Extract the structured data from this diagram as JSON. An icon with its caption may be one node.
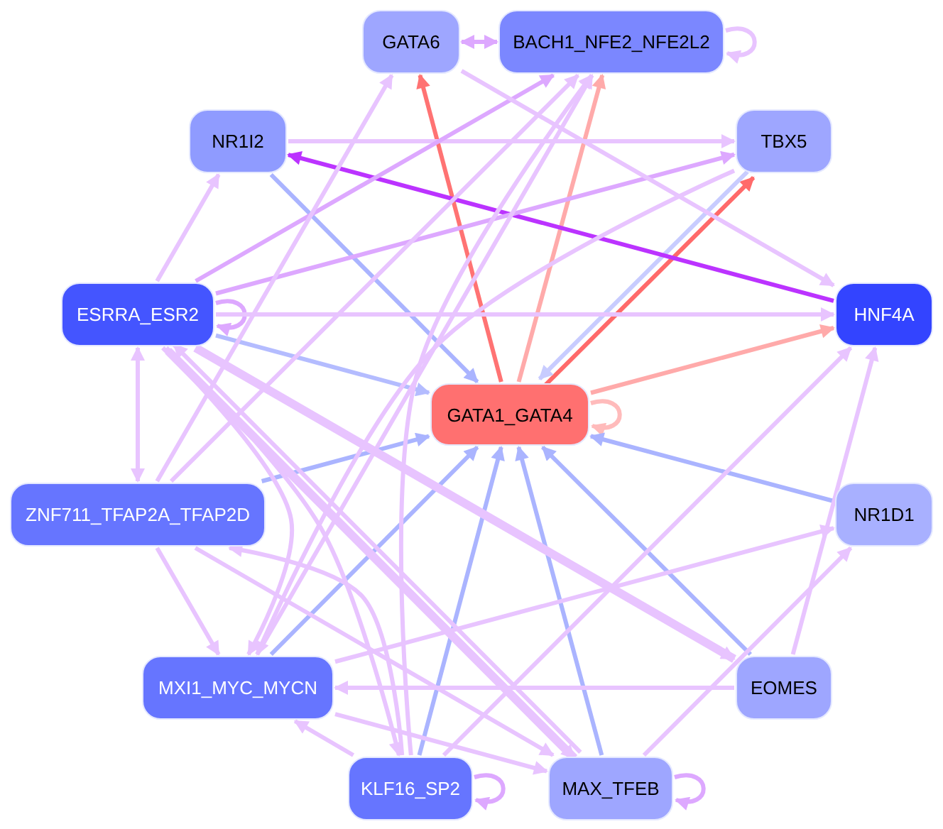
{
  "diagram": {
    "nodes": [
      {
        "text": [
          "GATA6"
        ]
      },
      {
        "text": [
          "BACH1_NFE2_NFE2L2"
        ]
      },
      {
        "text": [
          "NR1I2"
        ]
      },
      {
        "text": [
          "TBX5"
        ]
      },
      {
        "text": [
          "ESRRA_ESR2"
        ]
      },
      {
        "text": [
          "HNF4A"
        ]
      },
      {
        "text": [
          "GATA1_GATA4"
        ]
      },
      {
        "text": [
          "ZNF711_TFAP2A_TFAP2D"
        ]
      },
      {
        "text": [
          "NR1D1"
        ]
      },
      {
        "text": [
          "MXI1_MYC_MYCN"
        ]
      },
      {
        "text": [
          "EOMES"
        ]
      },
      {
        "text": [
          "KLF16_SP2"
        ]
      },
      {
        "text": [
          "MAX_TFEB"
        ]
      }
    ],
    "edges": [
      {
        "from": 6,
        "to": 0,
        "arrow": "to",
        "color": "#ff7373"
      },
      {
        "from": 6,
        "to": 3,
        "arrow": "to",
        "color": "#ff6a6a"
      },
      {
        "from": 6,
        "to": 1,
        "arrow": "to",
        "color": "#ffaaaa"
      },
      {
        "from": 6,
        "to": 5,
        "arrow": "to",
        "color": "#ffaaaa"
      },
      {
        "from": 6,
        "to": 6,
        "arrow": "to",
        "color": "#ffbbbb"
      },
      {
        "from": 2,
        "to": 6,
        "arrow": "to",
        "color": "#aab4ff"
      },
      {
        "from": 4,
        "to": 6,
        "arrow": "to",
        "color": "#b4bcff"
      },
      {
        "from": 7,
        "to": 6,
        "arrow": "to",
        "color": "#aab4ff"
      },
      {
        "from": 9,
        "to": 6,
        "arrow": "to",
        "color": "#aab4ff"
      },
      {
        "from": 11,
        "to": 6,
        "arrow": "to",
        "color": "#aab4ff"
      },
      {
        "from": 12,
        "to": 6,
        "arrow": "to",
        "color": "#aab4ff"
      },
      {
        "from": 10,
        "to": 6,
        "arrow": "to",
        "color": "#aab4ff"
      },
      {
        "from": 8,
        "to": 6,
        "arrow": "to",
        "color": "#aab4ff"
      },
      {
        "from": 3,
        "to": 6,
        "arrow": "to",
        "color": "#c8ccff"
      },
      {
        "from": 5,
        "to": 2,
        "arrow": "to",
        "color": "#bb33ff"
      },
      {
        "from": 4,
        "to": 2,
        "arrow": "to"
      },
      {
        "from": 2,
        "to": 3,
        "arrow": "to"
      },
      {
        "from": 4,
        "to": 1,
        "arrow": "to",
        "color": "#dda8ff"
      },
      {
        "from": 4,
        "to": 3,
        "arrow": "to",
        "color": "#dda8ff"
      },
      {
        "from": 4,
        "to": 4,
        "arrow": "to",
        "color": "#dda8ff"
      },
      {
        "from": 4,
        "to": 5,
        "arrow": "to"
      },
      {
        "from": 0,
        "to": 5,
        "arrow": "to"
      },
      {
        "from": 4,
        "to": 7,
        "arrow": "both"
      },
      {
        "from": 7,
        "to": 0,
        "arrow": "to"
      },
      {
        "from": 7,
        "to": 1,
        "arrow": "to"
      },
      {
        "from": 9,
        "to": 1,
        "arrow": "to"
      },
      {
        "from": 11,
        "to": 1,
        "arrow": "to"
      },
      {
        "from": 1,
        "to": 1,
        "arrow": "to"
      },
      {
        "from": 0,
        "to": 1,
        "arrow": "both",
        "color": "#dda8ff"
      },
      {
        "from": 7,
        "to": 9,
        "arrow": "to"
      },
      {
        "from": 4,
        "to": 9,
        "arrow": "to"
      },
      {
        "from": 11,
        "to": 9,
        "arrow": "to"
      },
      {
        "from": 11,
        "to": 11,
        "arrow": "to",
        "color": "#dda8ff"
      },
      {
        "from": 12,
        "to": 12,
        "arrow": "to",
        "color": "#dda8ff"
      },
      {
        "from": 10,
        "to": 9,
        "arrow": "to"
      },
      {
        "from": 10,
        "to": 5,
        "arrow": "to"
      },
      {
        "from": 12,
        "to": 8,
        "arrow": "to"
      },
      {
        "from": 11,
        "to": 5,
        "arrow": "to"
      },
      {
        "from": 9,
        "to": 8,
        "arrow": "to"
      },
      {
        "from": 4,
        "to": 10,
        "arrow": "to",
        "style": "thick"
      },
      {
        "from": 4,
        "to": 12,
        "arrow": "to",
        "style": "thick"
      },
      {
        "from": 4,
        "to": 11,
        "arrow": "to"
      },
      {
        "from": 7,
        "to": 12,
        "arrow": "to"
      },
      {
        "from": 12,
        "to": 4,
        "arrow": "to"
      },
      {
        "from": 9,
        "to": 12,
        "arrow": "to"
      },
      {
        "from": 3,
        "to": 9,
        "arrow": "to"
      },
      {
        "from": 11,
        "to": 7,
        "arrow": "to"
      }
    ]
  }
}
